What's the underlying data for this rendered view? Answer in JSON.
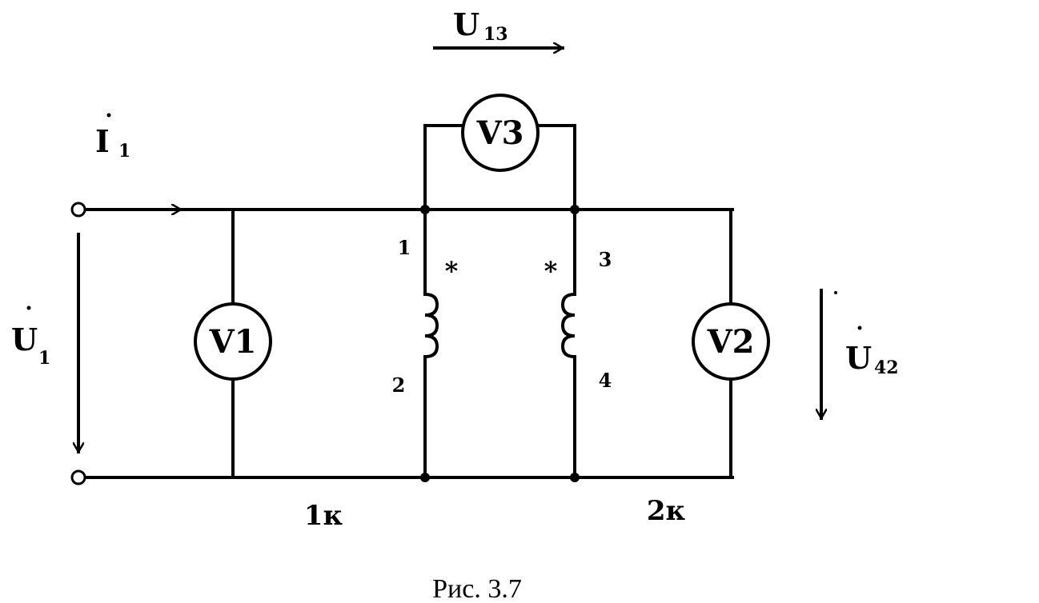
{
  "labels": {
    "u13": "U",
    "u13_sub": "13",
    "i1": "I",
    "i1_sub": "1",
    "u1": "U",
    "u1_sub": "1",
    "u42": "U",
    "u42_sub": "42",
    "v1": "V1",
    "v2": "V2",
    "v3": "V3",
    "t1": "1",
    "t2": "2",
    "t3": "3",
    "t4": "4",
    "star_left": "*",
    "star_right": "*",
    "coil1": "1к",
    "coil2": "2к"
  },
  "caption": "Рис. 3.7"
}
